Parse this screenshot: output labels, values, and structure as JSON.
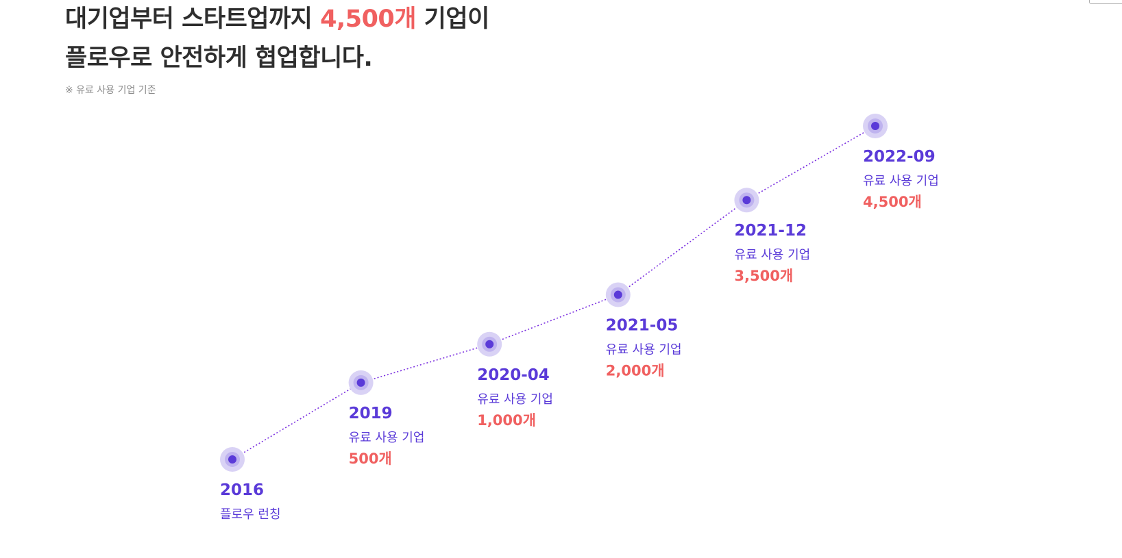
{
  "header": {
    "title_line1_prefix": "대기업부터 스타트업까지 ",
    "title_line1_highlight": "4,500개",
    "title_line1_suffix": " 기업이",
    "title_line2": "플로우로 안전하게 협업합니다.",
    "note": "※ 유료 사용 기업 기준"
  },
  "colors": {
    "accent_red": "#f06060",
    "purple": "#5a3ad8",
    "dot_halo": "#d9d2f5",
    "line": "#7a2fe0"
  },
  "chart_data": {
    "type": "line",
    "x": [
      "2016",
      "2019",
      "2020-04",
      "2021-05",
      "2021-12",
      "2022-09"
    ],
    "series": [
      {
        "values": [
          0,
          500,
          1000,
          2000,
          3500,
          4500
        ]
      }
    ],
    "labels": [
      {
        "date": "2016",
        "desc": "플로우 런칭",
        "count": ""
      },
      {
        "date": "2019",
        "desc": "유료 사용 기업",
        "count": "500개"
      },
      {
        "date": "2020-04",
        "desc": "유료 사용 기업",
        "count": "1,000개"
      },
      {
        "date": "2021-05",
        "desc": "유료 사용 기업",
        "count": "2,000개"
      },
      {
        "date": "2021-12",
        "desc": "유료 사용 기업",
        "count": "3,500개"
      },
      {
        "date": "2022-09",
        "desc": "유료 사용 기업",
        "count": "4,500개"
      }
    ],
    "line_style": "dotted",
    "grid": false,
    "axes_visible": false
  }
}
